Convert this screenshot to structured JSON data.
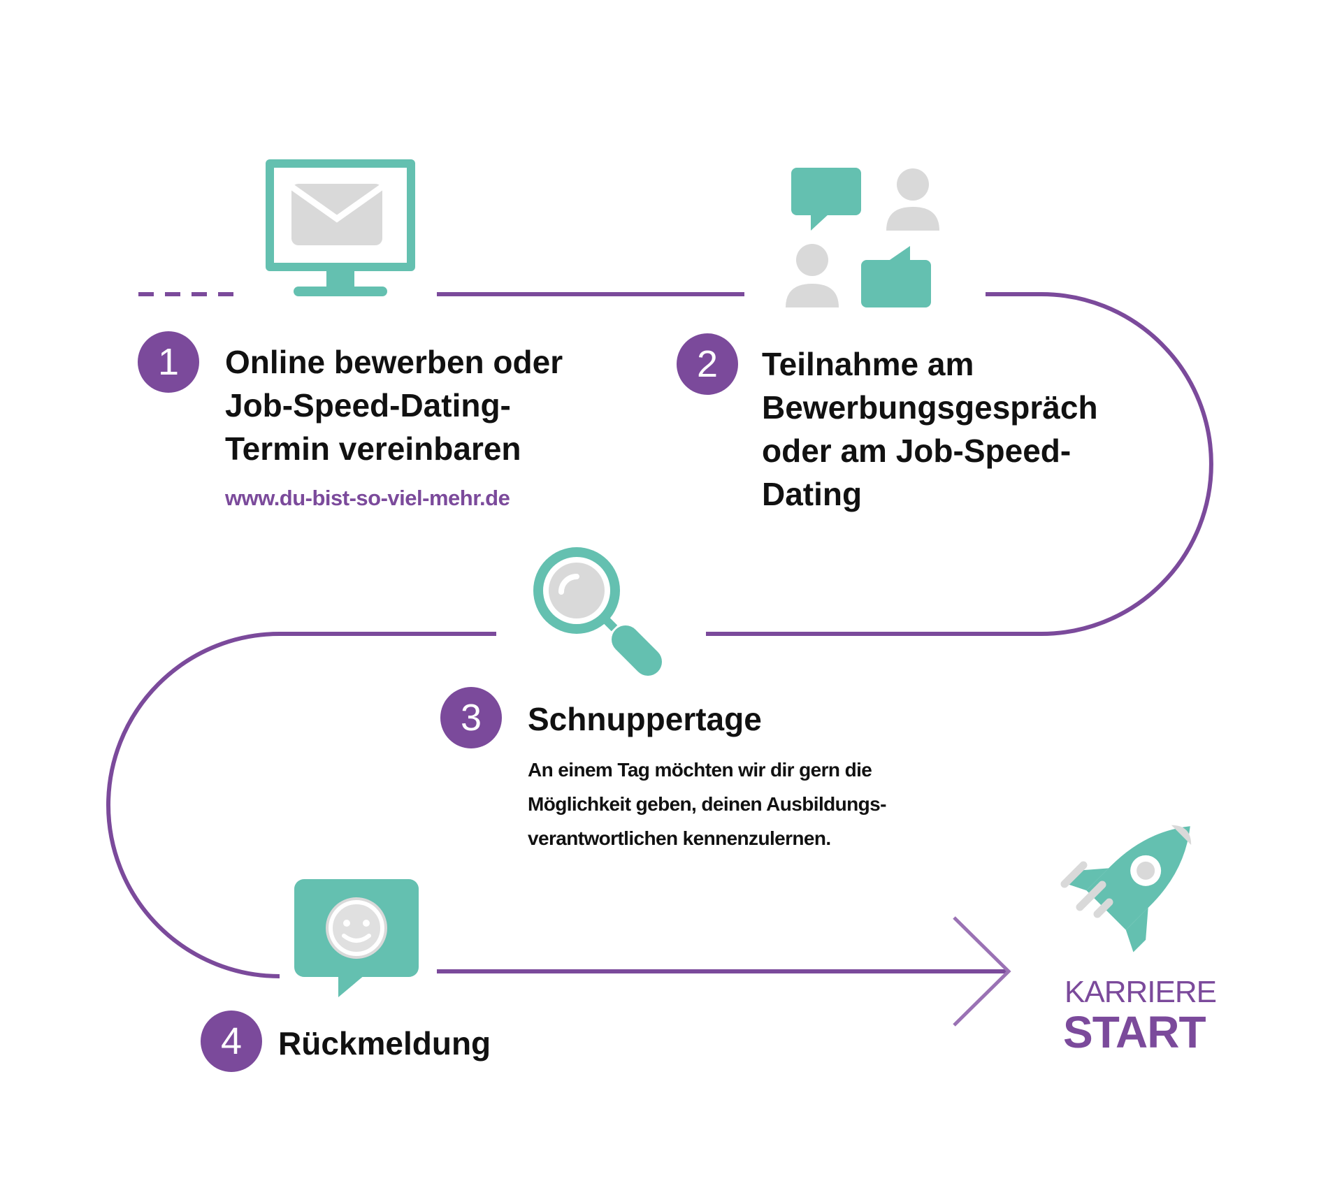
{
  "colors": {
    "accent_purple": "#7b4a9b",
    "accent_teal": "#64c0b0",
    "icon_grey": "#d9d9d9",
    "text": "#111111"
  },
  "steps": [
    {
      "number": "1",
      "title": "Online bewerben oder\nJob-Speed-Dating-\nTermin vereinbaren",
      "link": "www.du-bist-so-viel-mehr.de",
      "icon": "monitor-mail-icon"
    },
    {
      "number": "2",
      "title": "Teilnahme am\nBewerbungsgespräch\noder am Job-Speed-\nDating",
      "icon": "chat-people-icon"
    },
    {
      "number": "3",
      "title": "Schnuppertage",
      "description": "An einem Tag möchten wir dir gern die\nMöglichkeit geben, deinen Ausbildungs-\nverantwortlichen kennenzulernen.",
      "icon": "magnifier-icon"
    },
    {
      "number": "4",
      "title": "Rückmeldung",
      "icon": "smiley-speech-bubble-icon"
    }
  ],
  "finish": {
    "line1": "KARRIERE",
    "line2": "START",
    "icon": "rocket-icon"
  }
}
